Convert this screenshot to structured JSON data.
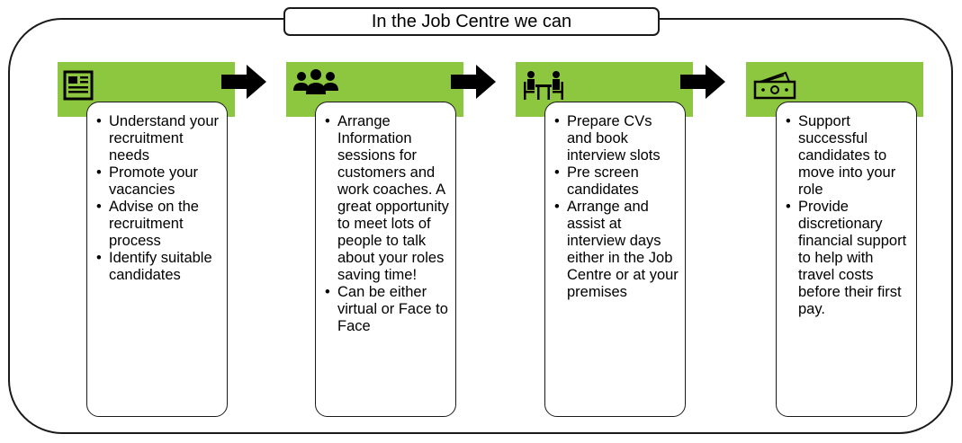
{
  "title": "In the Job Centre we can",
  "steps": [
    {
      "icon": "newspaper-icon",
      "bullets": [
        "Understand your recruitment needs",
        "Promote your vacancies",
        "Advise on the recruitment process",
        "Identify suitable candidates"
      ]
    },
    {
      "icon": "people-group-icon",
      "bullets": [
        "Arrange Information sessions for customers and work coaches. A great opportunity to meet lots of people to talk about your roles saving time!",
        "Can be either virtual or Face to Face"
      ]
    },
    {
      "icon": "interview-desk-icon",
      "bullets": [
        "Prepare CVs and book interview slots",
        "Pre screen candidates",
        "Arrange and assist at interview days either in the Job Centre or at your premises"
      ]
    },
    {
      "icon": "money-icon",
      "bullets": [
        "Support successful candidates to move into your role",
        "Provide discretionary financial support  to help with travel costs before their first pay."
      ]
    }
  ],
  "colors": {
    "header_fill": "#8dc63f",
    "border": "#1a1a1a",
    "arrow": "#000000"
  }
}
